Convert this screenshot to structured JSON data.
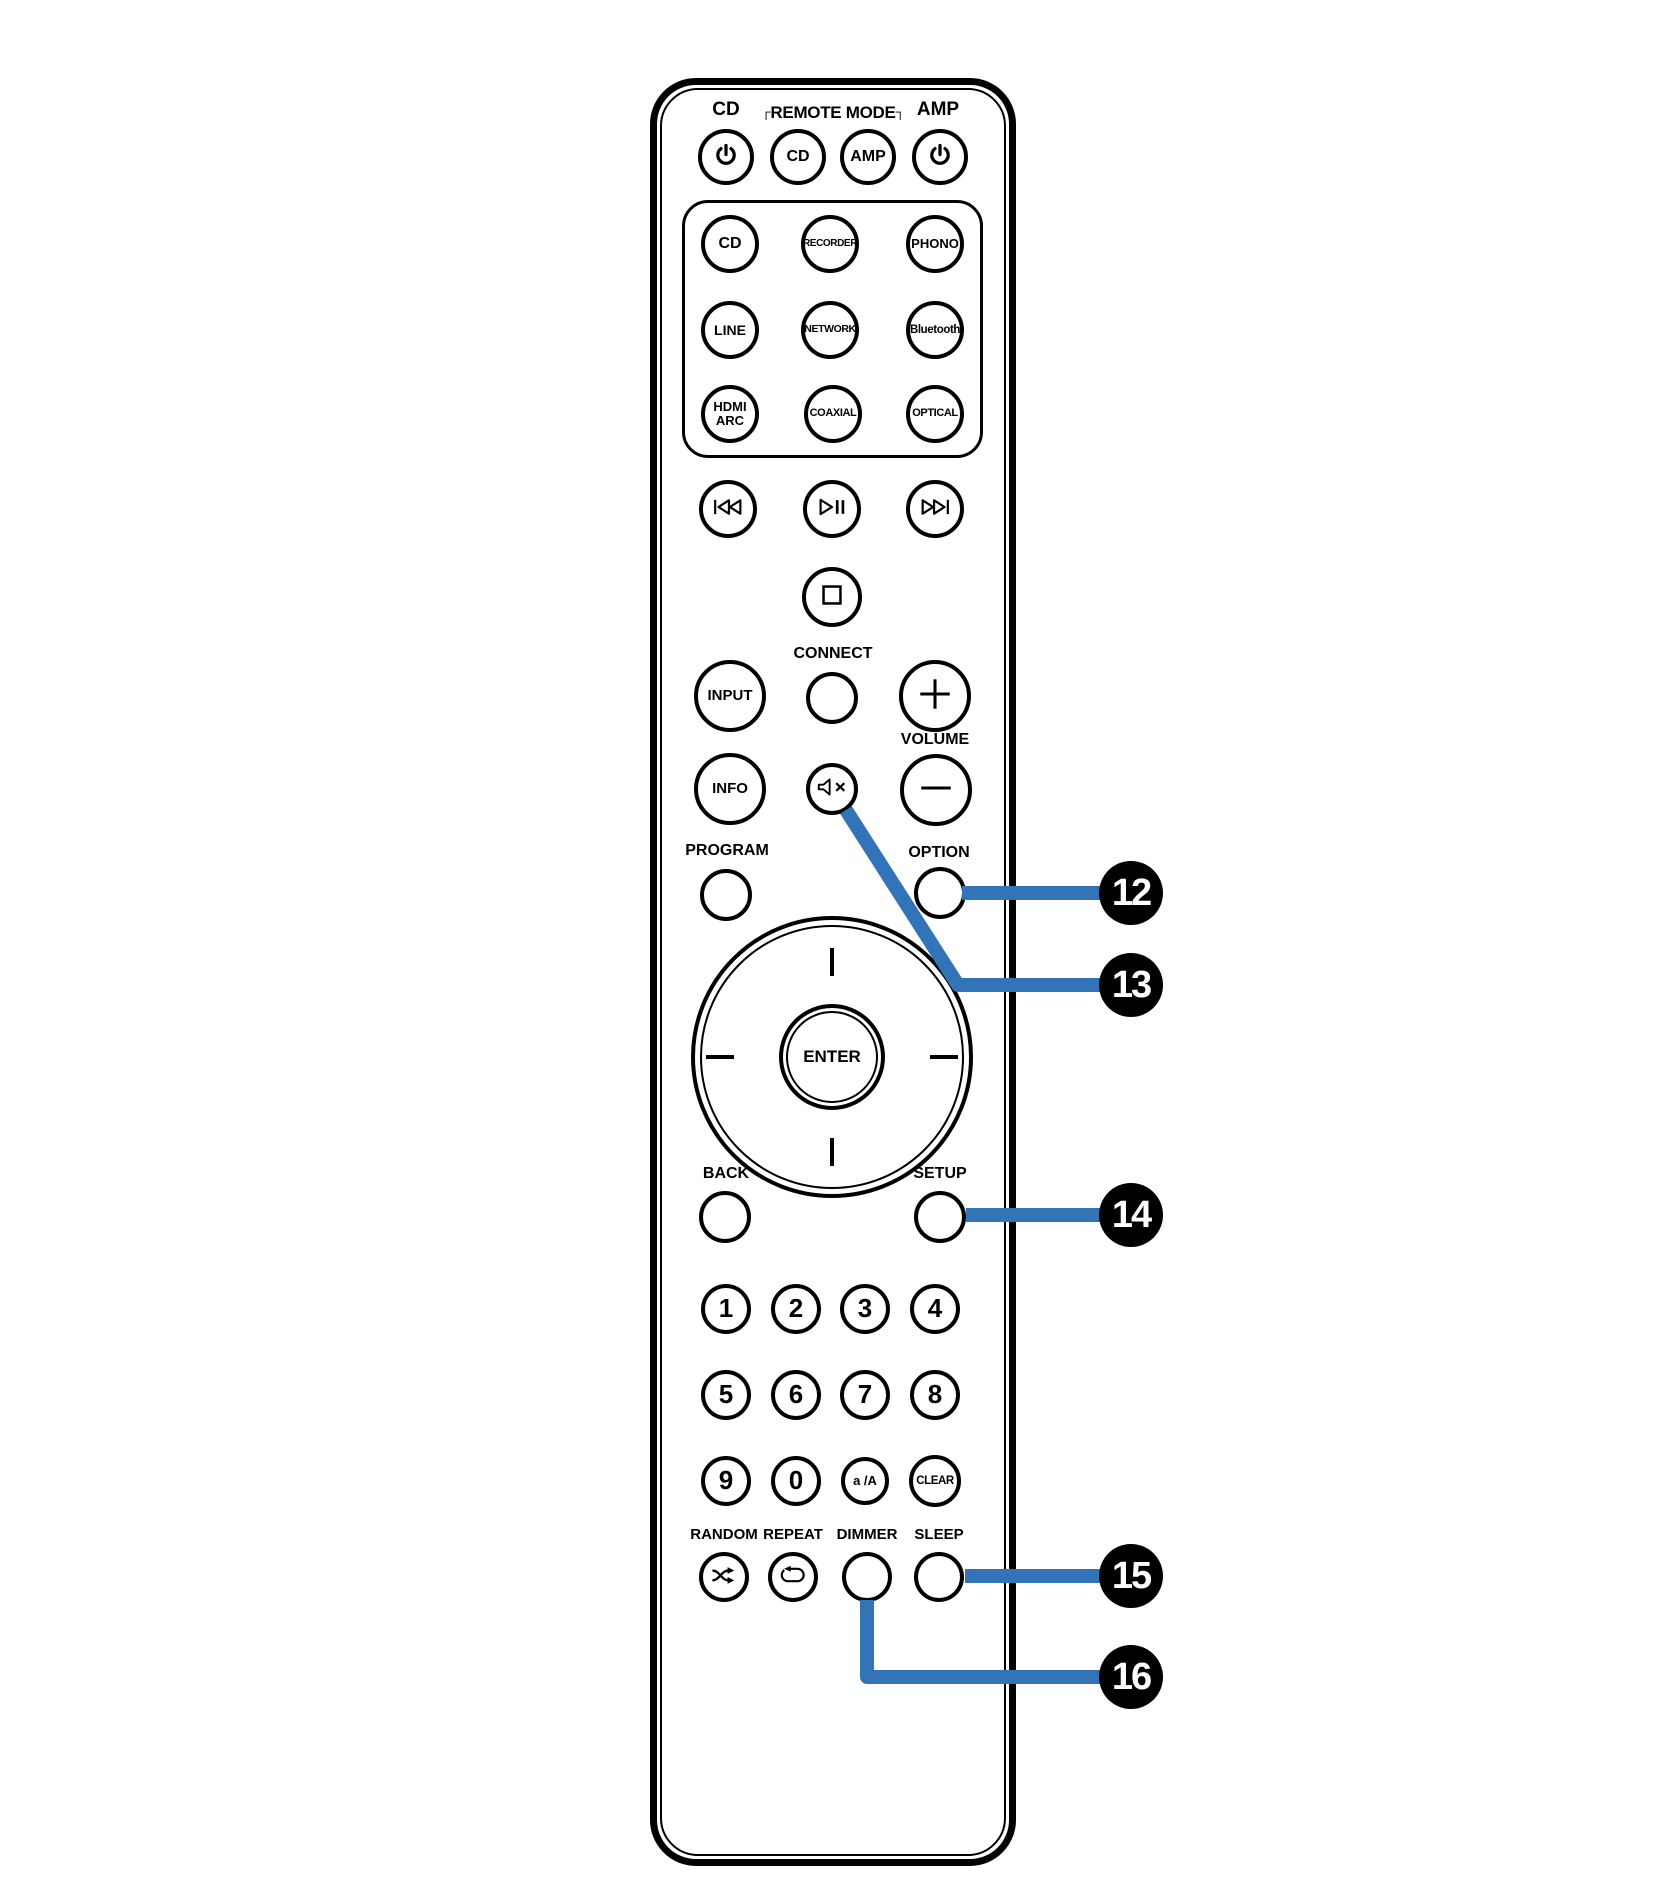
{
  "colors": {
    "accent": "#3373B7",
    "outline": "#000000",
    "background": "#FFFFFF",
    "callout_bg": "#000000",
    "callout_text": "#FFFFFF"
  },
  "remote": {
    "power_section": {
      "cd_label": "CD",
      "remote_mode_label": "REMOTE MODE",
      "bracket_left": "┌",
      "bracket_right": "┐",
      "amp_label": "AMP",
      "mode_cd": "CD",
      "mode_amp": "AMP"
    },
    "sources": {
      "cd": "CD",
      "recorder": "RECORDER",
      "phono": "PHONO",
      "line": "LINE",
      "network": "NETWORK",
      "bluetooth": "Bluetooth",
      "hdmi_line1": "HDMI",
      "hdmi_line2": "ARC",
      "coaxial": "COAXIAL",
      "optical": "OPTICAL"
    },
    "controls": {
      "input": "INPUT",
      "connect": "CONNECT",
      "volume": "VOLUME",
      "info": "INFO",
      "program": "PROGRAM",
      "option": "OPTION",
      "enter": "ENTER",
      "back": "BACK",
      "setup": "SETUP"
    },
    "keypad": {
      "d1": "1",
      "d2": "2",
      "d3": "3",
      "d4": "4",
      "d5": "5",
      "d6": "6",
      "d7": "7",
      "d8": "8",
      "d9": "9",
      "d0": "0",
      "alpha": "a /A",
      "clear": "CLEAR"
    },
    "bottom": {
      "random": "RANDOM",
      "repeat": "REPEAT",
      "dimmer": "DIMMER",
      "sleep": "SLEEP"
    }
  },
  "callouts": {
    "c12": "12",
    "c13": "13",
    "c14": "14",
    "c15": "15",
    "c16": "16"
  },
  "icons": {
    "power": "power-icon",
    "skip_back": "skip-back-icon",
    "play_pause": "play-pause-icon",
    "skip_forward": "skip-forward-icon",
    "stop": "stop-icon",
    "mute": "mute-speaker-icon",
    "volume_plus": "plus-icon",
    "volume_minus": "minus-icon",
    "shuffle": "shuffle-icon",
    "repeat_loop": "repeat-loop-icon",
    "nav_ticks": "direction-tick-marks"
  }
}
